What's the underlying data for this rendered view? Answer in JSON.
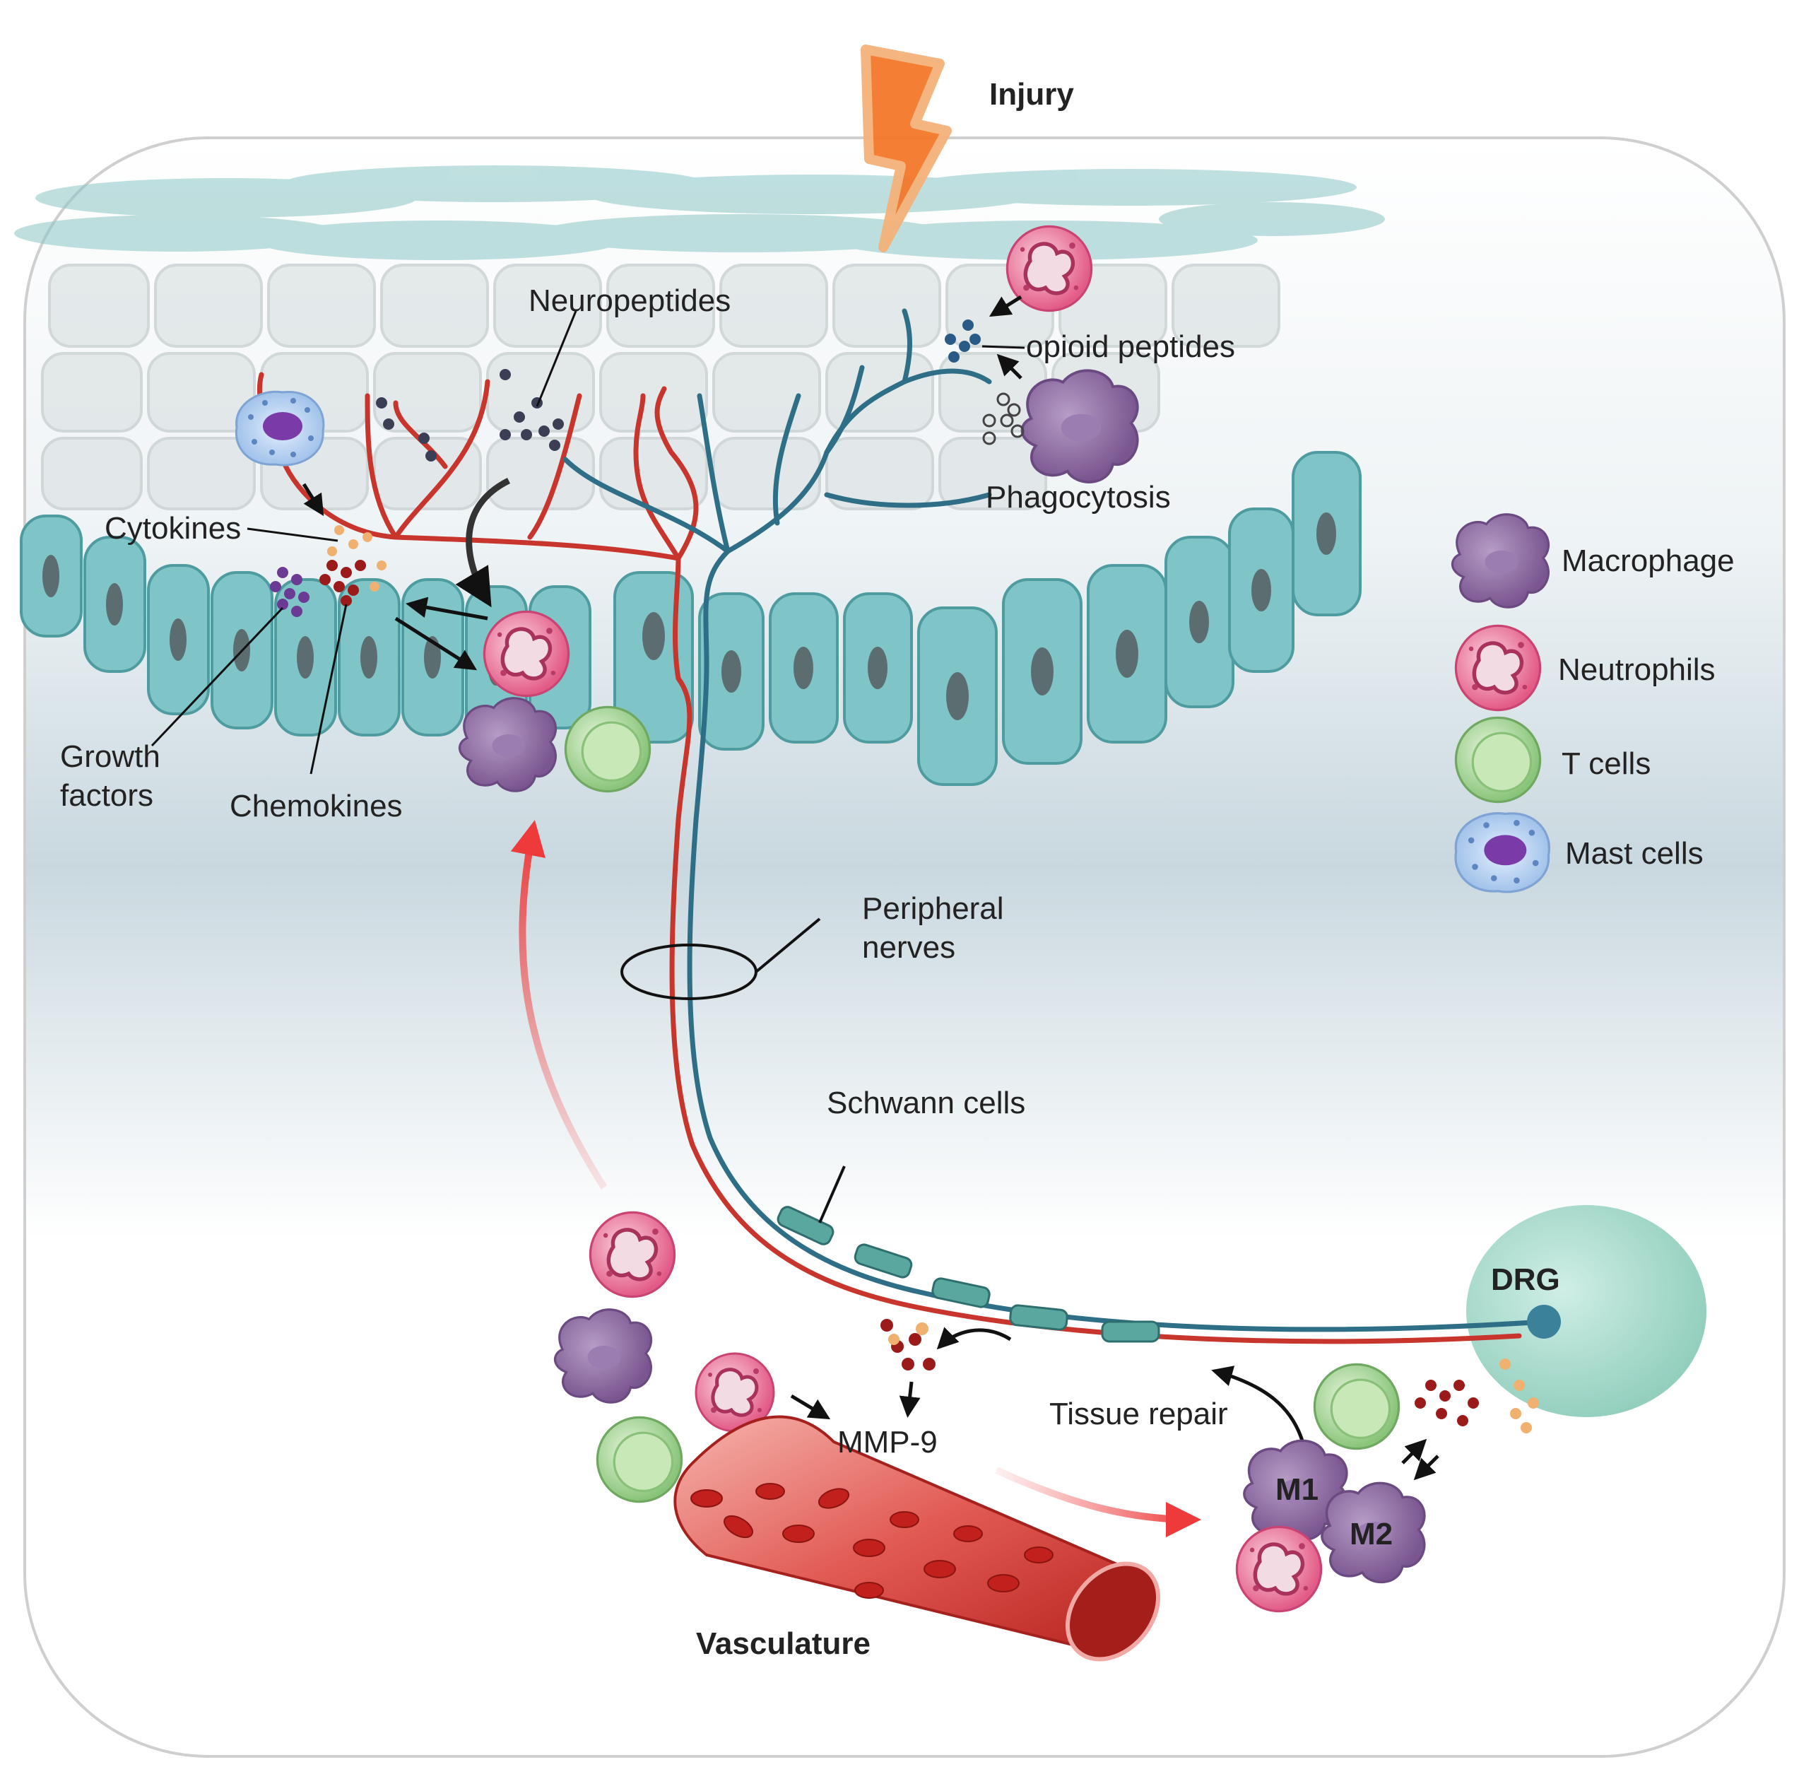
{
  "labels": {
    "injury": "Injury",
    "neuropeptides": "Neuropeptides",
    "opioid_peptides": "opioid peptides",
    "phagocytosis": "Phagocytosis",
    "cytokines": "Cytokines",
    "growth_factors_line1": "Growth",
    "growth_factors_line2": "factors",
    "chemokines": "Chemokines",
    "peripheral_nerves_line1": "Peripheral",
    "peripheral_nerves_line2": "nerves",
    "schwann_cells": "Schwann  cells",
    "drg": "DRG",
    "tissue_repair": "Tissue  repair",
    "mmp9": "MMP-9",
    "m1": "M1",
    "m2": "M2",
    "vasculature": "Vasculature"
  },
  "legend": [
    {
      "label": "Macrophage",
      "icon": "macrophage-icon",
      "color": "#8e6aa3"
    },
    {
      "label": "Neutrophils",
      "icon": "neutrophil-icon",
      "color": "#e0628a"
    },
    {
      "label": "T cells",
      "icon": "t-cell-icon",
      "color": "#9fd08f"
    },
    {
      "label": "Mast cells",
      "icon": "mast-cell-icon",
      "color": "#a8c8ee"
    }
  ],
  "colors": {
    "sensory_nerve": "#c8352c",
    "sympathetic_nerve": "#2e6e86",
    "epithelium": "#7fc4c6",
    "drg": "#9bd3c5",
    "injury": "#f07a2a",
    "vessel": "#d83a3a"
  }
}
